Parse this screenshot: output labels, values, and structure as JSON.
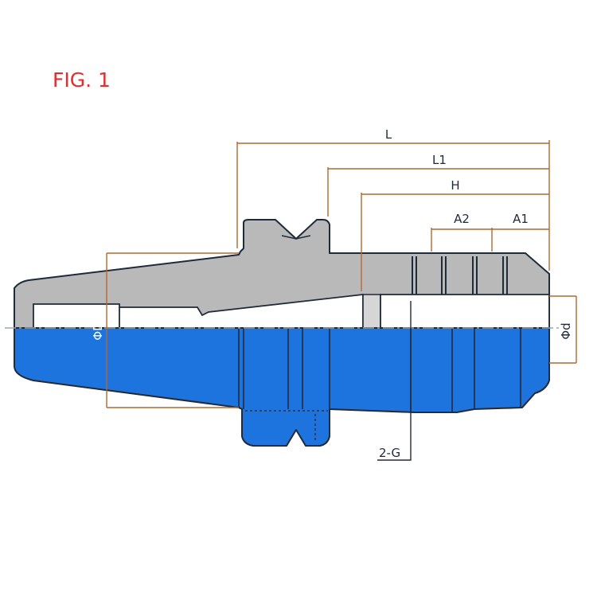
{
  "figure": {
    "title": "FIG. 1"
  },
  "dimensions": {
    "L": "L",
    "L1": "L1",
    "H": "H",
    "A2": "A2",
    "A1": "A1",
    "D": "ΦD",
    "d": "Φd",
    "G": "2-G"
  },
  "colors": {
    "title": "#e82b2b",
    "dimension_line": "#b5682e",
    "body_gray": "#b9b9b9",
    "body_blue": "#1d74de",
    "outline": "#1f2a3a",
    "centerline": "#9aa7b8"
  }
}
